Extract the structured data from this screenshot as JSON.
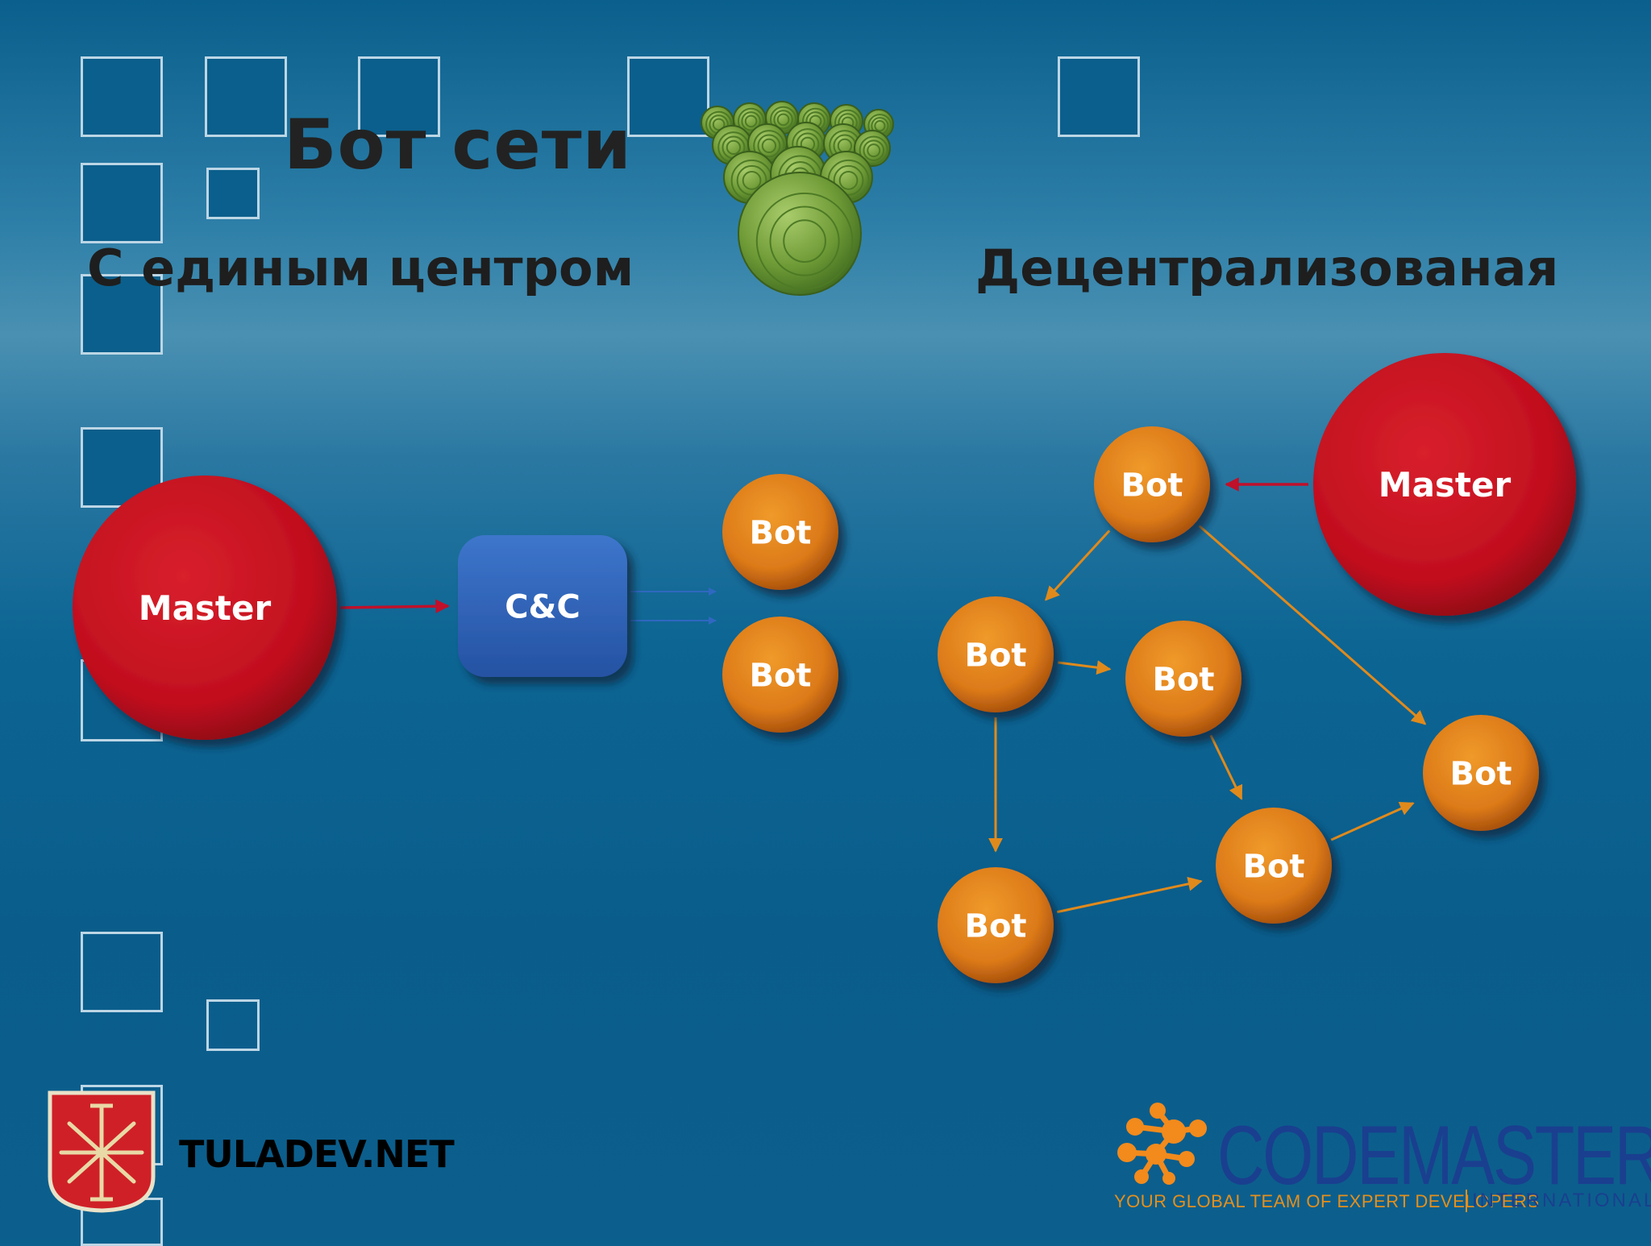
{
  "slide": {
    "title": "Бот сети",
    "centralized_heading": "С единым центром",
    "decentralized_heading": "Децентрализованая"
  },
  "diagram": {
    "centralized": {
      "nodes": [
        {
          "id": "master",
          "label": "Master",
          "kind": "master"
        },
        {
          "id": "cc",
          "label": "C&C",
          "kind": "server"
        },
        {
          "id": "bot1",
          "label": "Bot",
          "kind": "bot"
        },
        {
          "id": "bot2",
          "label": "Bot",
          "kind": "bot"
        }
      ],
      "edges": [
        {
          "from": "master",
          "to": "cc"
        },
        {
          "from": "cc",
          "to": "bot1"
        },
        {
          "from": "cc",
          "to": "bot2"
        }
      ]
    },
    "decentralized": {
      "nodes": [
        {
          "id": "master",
          "label": "Master",
          "kind": "master"
        },
        {
          "id": "b1",
          "label": "Bot",
          "kind": "bot"
        },
        {
          "id": "b2",
          "label": "Bot",
          "kind": "bot"
        },
        {
          "id": "b3",
          "label": "Bot",
          "kind": "bot"
        },
        {
          "id": "b4",
          "label": "Bot",
          "kind": "bot"
        },
        {
          "id": "b5",
          "label": "Bot",
          "kind": "bot"
        },
        {
          "id": "b6",
          "label": "Bot",
          "kind": "bot"
        }
      ],
      "edges": [
        {
          "from": "master",
          "to": "b1"
        },
        {
          "from": "b1",
          "to": "b2"
        },
        {
          "from": "b1",
          "to": "b6"
        },
        {
          "from": "b2",
          "to": "b3"
        },
        {
          "from": "b2",
          "to": "b4"
        },
        {
          "from": "b3",
          "to": "b5"
        },
        {
          "from": "b4",
          "to": "b5"
        },
        {
          "from": "b5",
          "to": "b6"
        }
      ]
    }
  },
  "footer": {
    "left_logo_text": "TULADEV.NET",
    "right_logo_name": "CODEMASTERS",
    "right_logo_tagline": "YOUR GLOBAL TEAM OF EXPERT DEVELOPERS",
    "right_logo_suffix": "INTERNATIONAL"
  },
  "colors": {
    "master": "#c4101f",
    "bot": "#d9781a",
    "server": "#2f63b8",
    "red_arrow": "#c0102a",
    "orange_arrow": "#e08a1c",
    "blue_arrow": "#2f68c0",
    "brand_orange": "#f28a1c",
    "brand_blue": "#1a3f8f"
  }
}
